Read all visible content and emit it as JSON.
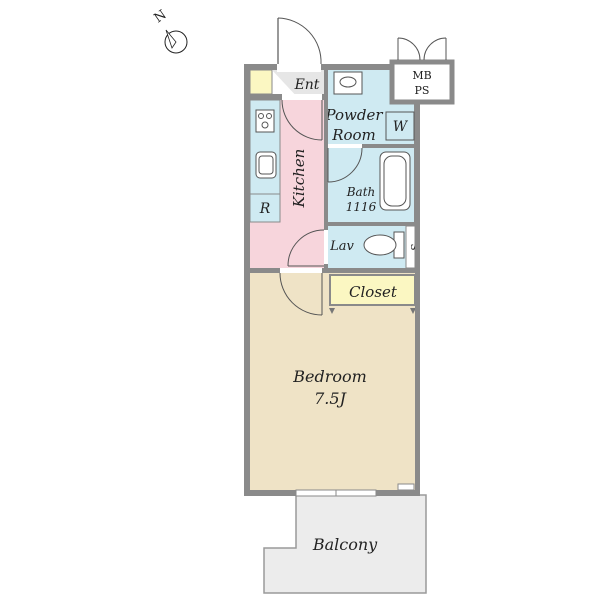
{
  "compass": {
    "north_label": "N",
    "icon": "north-arrow-icon"
  },
  "rooms": {
    "entrance": "Ent",
    "powder_room": [
      "Powder",
      "Room"
    ],
    "washer": "W",
    "meter_box": [
      "MB",
      "PS"
    ],
    "kitchen": "Kitchen",
    "refrigerator": "R",
    "bath": [
      "Bath",
      "1116"
    ],
    "lavatory": "Lav",
    "storage": "S",
    "closet": "Closet",
    "bedroom": [
      "Bedroom",
      "7.5J"
    ],
    "balcony": "Balcony"
  },
  "colors": {
    "wall": "#8a8a8a",
    "bedroom_fill": "#efe3c6",
    "wet_area_fill": "#cfeaf2",
    "kitchen_fill": "#f7d5dc",
    "closet_fill": "#fbf7c2",
    "entrance_fill": "#e6e6e6",
    "balcony_fill": "#ececec"
  }
}
